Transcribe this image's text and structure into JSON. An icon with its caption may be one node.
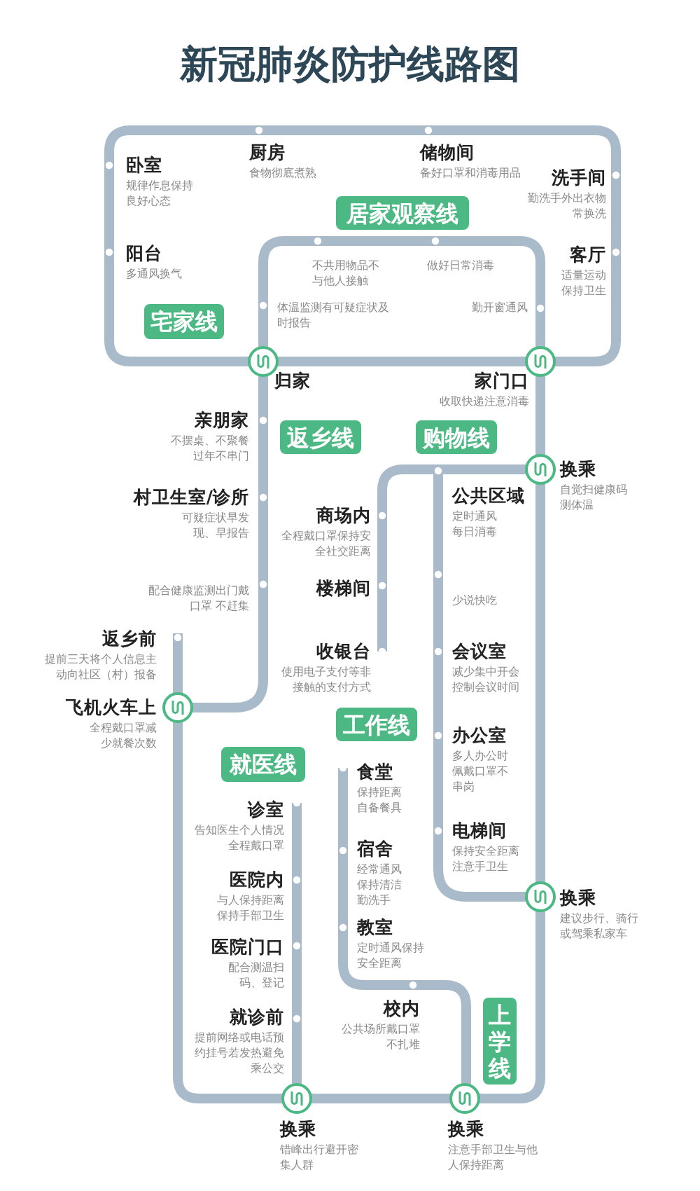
{
  "diagram": {
    "title": "新冠肺炎防护线路图",
    "nodes": [
      {
        "text": [
          "卧室",
          "规律作息保持良好心态"
        ]
      },
      {
        "text": [
          "厨房",
          "食物彻底煮熟"
        ]
      },
      {
        "text": [
          "储物间",
          "备好口罩和消毒用品"
        ]
      },
      {
        "text": [
          "洗手间",
          "勤洗手外出衣物常换洗"
        ]
      },
      {
        "text": [
          "居家观察线"
        ]
      },
      {
        "text": [
          "阳台",
          "多通风换气"
        ]
      },
      {
        "text": [
          "不共用物品不与他人接触"
        ]
      },
      {
        "text": [
          "做好日常消毒"
        ]
      },
      {
        "text": [
          "客厅",
          "适量运动保持卫生"
        ]
      },
      {
        "text": [
          "体温监测有可疑症状及时报告"
        ]
      },
      {
        "text": [
          "勤开窗通风"
        ]
      },
      {
        "text": [
          "宅家线"
        ]
      },
      {
        "text": [
          "归家"
        ]
      },
      {
        "text": [
          "家门口",
          "收取快递注意消毒"
        ]
      },
      {
        "text": [
          "亲朋家",
          "不摆桌、不聚餐过年不串门"
        ]
      },
      {
        "text": [
          "返乡线"
        ]
      },
      {
        "text": [
          "购物线"
        ]
      },
      {
        "text": [
          "换乘",
          "自觉扫健康码测体温"
        ]
      },
      {
        "text": [
          "村卫生室/诊所",
          "可疑症状早发现、早报告"
        ]
      },
      {
        "text": [
          "公共区域",
          "定时通风每日消毒"
        ]
      },
      {
        "text": [
          "商场内",
          "全程戴口罩保持安全社交距离"
        ]
      },
      {
        "text": [
          "配合健康监测出门戴口罩 不赶集"
        ]
      },
      {
        "text": [
          "楼梯间"
        ]
      },
      {
        "text": [
          "少说快吃"
        ]
      },
      {
        "text": [
          "返乡前",
          "提前三天将个人信息主动向社区（村）报备"
        ]
      },
      {
        "text": [
          "收银台",
          "使用电子支付等非接触的支付方式"
        ]
      },
      {
        "text": [
          "会议室",
          "减少集中开会控制会议时间"
        ]
      },
      {
        "text": [
          "飞机火车上",
          "全程戴口罩减少就餐次数"
        ]
      },
      {
        "text": [
          "工作线"
        ]
      },
      {
        "text": [
          "办公室",
          "多人办公时佩戴口罩不串岗"
        ]
      },
      {
        "text": [
          "就医线"
        ]
      },
      {
        "text": [
          "食堂",
          "保持距离自备餐具"
        ]
      },
      {
        "text": [
          "诊室",
          "告知医生个人情况全程戴口罩"
        ]
      },
      {
        "text": [
          "电梯间",
          "保持安全距离注意手卫生"
        ]
      },
      {
        "text": [
          "宿舍",
          "经常通风保持清洁勤洗手"
        ]
      },
      {
        "text": [
          "医院内",
          "与人保持距离保持手部卫生"
        ]
      },
      {
        "text": [
          "换乘",
          "建议步行、骑行或驾乘私家车"
        ]
      },
      {
        "text": [
          "教室",
          "定时通风保持安全距离"
        ]
      },
      {
        "text": [
          "医院门口",
          "配合测温扫码、登记"
        ]
      },
      {
        "text": [
          "校内",
          "公共场所戴口罩不扎堆"
        ]
      },
      {
        "text": [
          "就诊前",
          "提前网络或电话预约挂号若发热避免乘公交"
        ]
      },
      {
        "text": [
          "上学线"
        ]
      },
      {
        "text": [
          "换乘",
          "错峰出行避开密集人群"
        ]
      },
      {
        "text": [
          "换乘",
          "注意手部卫生与他人保持距离"
        ]
      }
    ]
  }
}
